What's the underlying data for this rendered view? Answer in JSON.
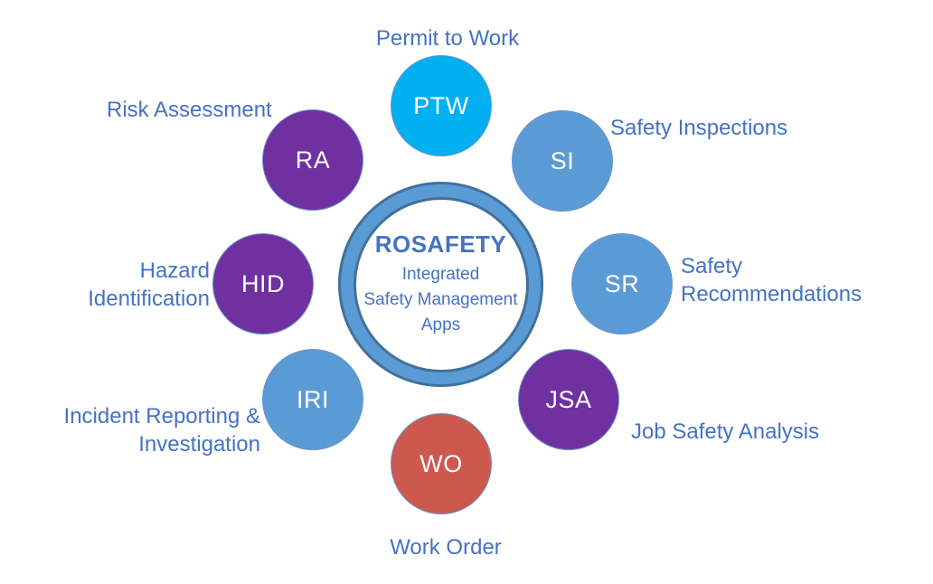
{
  "colors": {
    "label_text": "#4472C4",
    "circle_text": "#FFFFFF",
    "ring_band": "#5B9BD5",
    "ring_outline": "#41719C",
    "cyan": "#00B0F0",
    "blue": "#5B9BD5",
    "purple": "#7030A0",
    "red": "#CD584E"
  },
  "center": {
    "title": "ROSAFETY",
    "subtitle": "Integrated\nSafety Management\nApps"
  },
  "apps": [
    {
      "abbr": "PTW",
      "label": "Permit to Work",
      "color": "#00B0F0"
    },
    {
      "abbr": "SI",
      "label": "Safety Inspections",
      "color": "#5B9BD5"
    },
    {
      "abbr": "SR",
      "label": "Safety\nRecommendations",
      "color": "#5B9BD5"
    },
    {
      "abbr": "JSA",
      "label": "Job Safety Analysis",
      "color": "#7030A0"
    },
    {
      "abbr": "WO",
      "label": "Work Order",
      "color": "#CD584E"
    },
    {
      "abbr": "IRI",
      "label": "Incident Reporting &\nInvestigation",
      "color": "#5B9BD5"
    },
    {
      "abbr": "HID",
      "label": "Hazard\nIdentification",
      "color": "#7030A0"
    },
    {
      "abbr": "RA",
      "label": "Risk Assessment",
      "color": "#7030A0"
    }
  ]
}
